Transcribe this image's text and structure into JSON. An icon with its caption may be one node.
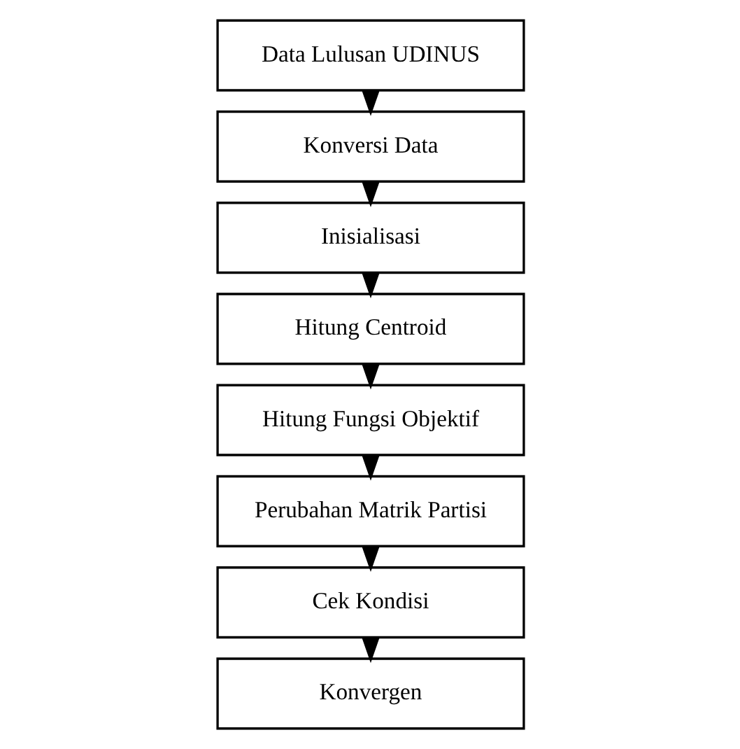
{
  "diagram": {
    "nodes": [
      {
        "text": [
          "Data Lulusan UDINUS"
        ]
      },
      {
        "text": [
          "Konversi Data"
        ]
      },
      {
        "text": [
          "Inisialisasi"
        ]
      },
      {
        "text": [
          "Hitung Centroid"
        ]
      },
      {
        "text": [
          "Hitung Fungsi Objektif"
        ]
      },
      {
        "text": [
          "Perubahan Matrik Partisi"
        ]
      },
      {
        "text": [
          "Cek Kondisi"
        ]
      },
      {
        "text": [
          "Konvergen"
        ]
      }
    ],
    "edges": [
      {
        "from": 0,
        "to": 1,
        "arrow": "to"
      },
      {
        "from": 1,
        "to": 2,
        "arrow": "to"
      },
      {
        "from": 2,
        "to": 3,
        "arrow": "to"
      },
      {
        "from": 3,
        "to": 4,
        "arrow": "to"
      },
      {
        "from": 4,
        "to": 5,
        "arrow": "to"
      },
      {
        "from": 5,
        "to": 6,
        "arrow": "to"
      },
      {
        "from": 6,
        "to": 7,
        "arrow": "to"
      }
    ]
  }
}
